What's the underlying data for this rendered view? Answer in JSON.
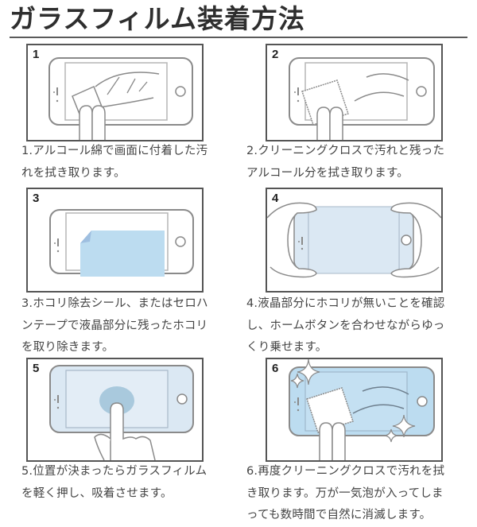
{
  "page": {
    "title": "ガラスフィルム装着方法"
  },
  "steps": [
    {
      "number": "1",
      "illustration": "phone-alcohol-wipe-illustration",
      "caption_lines": [
        "1.アルコール綿で画面に付着した汚",
        "れを拭き取ります。"
      ]
    },
    {
      "number": "2",
      "illustration": "phone-cleaning-cloth-illustration",
      "caption_lines": [
        "2.クリーニングクロスで汚れと残った",
        "アルコール分を拭き取ります。"
      ]
    },
    {
      "number": "3",
      "illustration": "phone-dust-removal-sticker-illustration",
      "caption_lines": [
        "3.ホコリ除去シール、またはセロハ",
        "ンテープで液晶部分に残ったホコリ",
        "を取り除きます。"
      ]
    },
    {
      "number": "4",
      "illustration": "hands-placing-film-illustration",
      "caption_lines": [
        "4.液晶部分にホコリが無いことを確認",
        "し、ホームボタンを合わせながらゆっ",
        "くり乗せます。"
      ]
    },
    {
      "number": "5",
      "illustration": "finger-pressing-film-illustration",
      "caption_lines": [
        "5.位置が決まったらガラスフィルム",
        "を軽く押し、吸着させます。"
      ]
    },
    {
      "number": "6",
      "illustration": "phone-final-wipe-sparkle-illustration",
      "caption_lines": [
        "6.再度クリーニングクロスで汚れを拭",
        "き取ります。万が一気泡が入ってしま",
        "っても数時間で自然に消滅します。"
      ]
    }
  ],
  "colors": {
    "film_blue": "#bcdcf0",
    "film_blue_light": "#dbe8f3",
    "press_circle": "#a9c9dd",
    "line_gray": "#8a8a8a",
    "border": "#555555"
  }
}
